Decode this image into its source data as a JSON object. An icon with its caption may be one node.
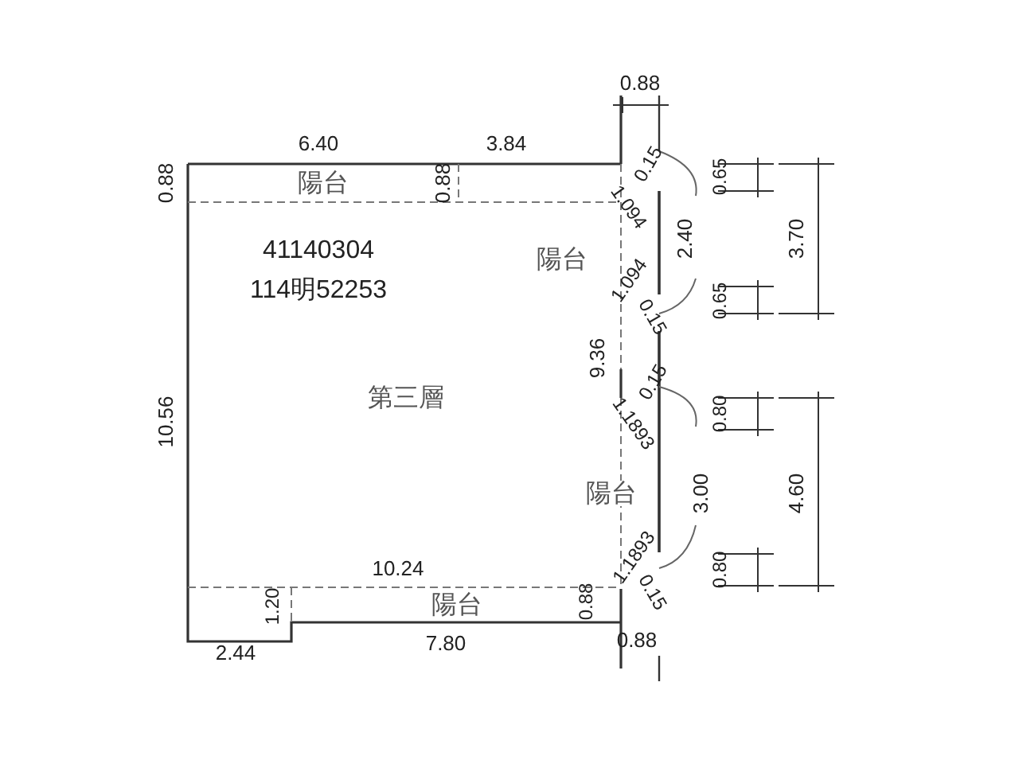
{
  "diagram": {
    "nodes": [
      {
        "text": [
          "第三層"
        ]
      },
      {
        "text": [
          "陽台"
        ],
        "in": 0
      },
      {
        "text": [
          "陽台"
        ],
        "in": 0
      },
      {
        "text": [
          "陽台"
        ]
      },
      {
        "text": [
          "陽台"
        ],
        "in": 0
      }
    ],
    "labels": [
      "0.88",
      "6.40",
      "3.84",
      "0.88",
      "0.88",
      "0.15",
      "0.65",
      "1.094",
      "41140304",
      "2.40",
      "3.70",
      "114明52253",
      "1.094",
      "0.15",
      "0.65",
      "10.56",
      "9.36",
      "0.15",
      "0.80",
      "1.1893",
      "3.00",
      "4.60",
      "1.1893",
      "0.80",
      "0.15",
      "10.24",
      "1.20",
      "0.88",
      "0.88",
      "2.44",
      "7.80"
    ]
  }
}
